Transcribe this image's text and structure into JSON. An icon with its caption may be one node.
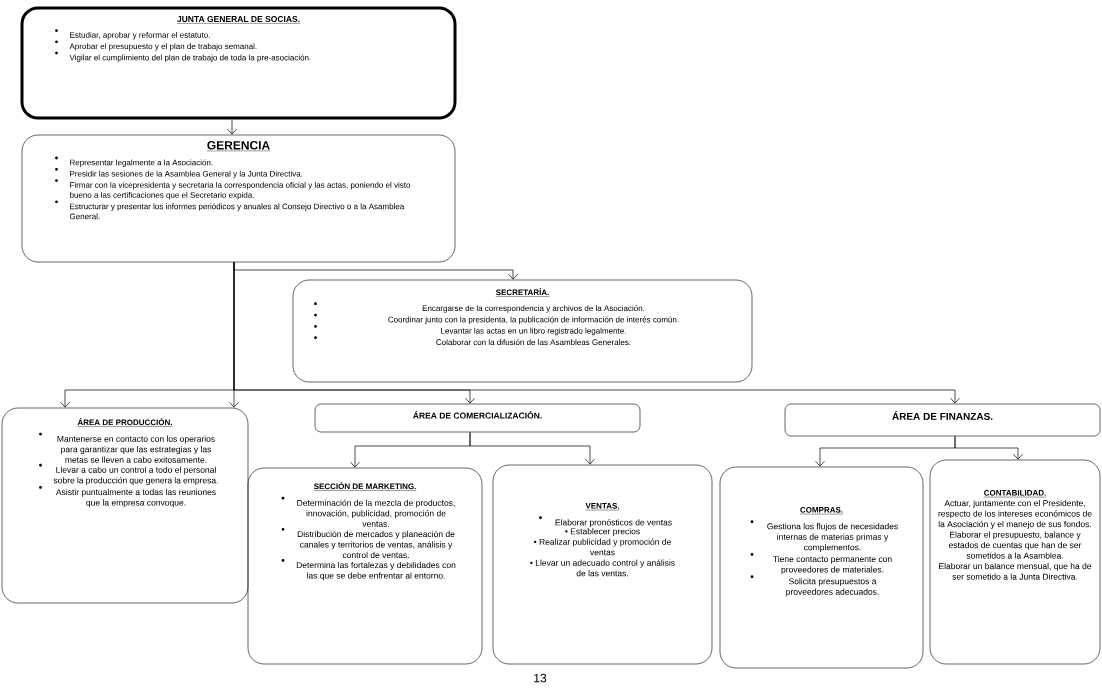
{
  "diagram": {
    "nodes": [
      {
        "text": [
          "JUNTA GENERAL DE SOCIAS.",
          "Estudiar, aprobar y reformar el estatuto.",
          "Aprobar el presupuesto y el plan de trabajo semanal.",
          "Vigilar el cumplimiento del plan de trabajo de toda la pre-asociación."
        ]
      },
      {
        "text": [
          "GERENCIA",
          "Representar legalmente a la Asociación.",
          "Presidir las sesiones de la Asamblea General y la Junta Directiva.",
          "Firmar con la vicepresidenta y secretaria la correspondencia oficial y las actas, poniendo el visto bueno a las certificaciones que el Secretario expida.",
          "Estructurar y presentar los informes periódicos y anuales al Consejo Directivo o a la Asamblea General."
        ]
      },
      {
        "text": [
          "SECRETARÍA.",
          "Encargarse de la correspondencia y archivos de la Asociación.",
          "Coordinar junto con la presidenta, la publicación de información de interés común.",
          "Levantar las actas en un libro registrado legalmente.",
          "Colaborar con la difusión de las Asambleas Generales."
        ]
      },
      {
        "text": [
          "ÁREA DE PRODUCCIÓN.",
          "Mantenerse en contacto con los operarios para garantizar que las estrategias y las metas se lleven a cabo exitosamente.",
          "Llevar a cabo un control a todo el personal sobre la producción que genera la empresa.",
          "Asistir puntualmente a todas las reuniones que la empresa convoque."
        ]
      },
      {
        "text": [
          "ÁREA DE COMERCIALIZACIÓN."
        ]
      },
      {
        "text": [
          "ÁREA DE FINANZAS."
        ]
      },
      {
        "text": [
          "SECCIÓN DE MARKETING.",
          "Determinación de la mezcla de productos, innovación, publicidad, promoción de ventas.",
          "Distribución de mercados y planeación de canales y territorios de ventas, análisis y control de ventas.",
          "Determina las fortalezas y debilidades con las que se debe enfrentar al entorno."
        ]
      },
      {
        "text": [
          "VENTAS.",
          "Elaborar pronósticos de ventas",
          "• Establecer precios",
          "• Realizar publicidad y promoción de ventas",
          "• Llevar un adecuado control y análisis de las ventas."
        ]
      },
      {
        "text": [
          "COMPRAS.",
          "Gestiona los flujos de necesidades internas de materias primas y complementos.",
          "Tiene contacto permanente con proveedores de materiales.",
          "Solicita presupuestos a proveedores adecuados."
        ]
      },
      {
        "text": [
          "CONTABILIDAD.",
          "Actuar, juntamente con el Presidente, respecto de los intereses económicos de la Asociación y el manejo de sus fondos.",
          "Elaborar el presupuesto, balance y estados de cuentas que han de ser sometidos a la Asamblea.",
          "Elaborar un balance mensual, que ha de ser sometido a la Junta Directiva."
        ]
      }
    ],
    "edges": [
      {
        "from": 0,
        "to": 1,
        "arrow": "to"
      },
      {
        "from": 1,
        "to": 2,
        "arrow": "to"
      },
      {
        "from": 1,
        "to": 3,
        "arrow": "to"
      },
      {
        "from": 1,
        "to": 4,
        "arrow": "to"
      },
      {
        "from": 1,
        "to": 5,
        "arrow": "to"
      },
      {
        "from": 1,
        "to": 3,
        "arrow": "to"
      },
      {
        "from": 4,
        "to": 6,
        "arrow": "to"
      },
      {
        "from": 4,
        "to": 7,
        "arrow": "to"
      },
      {
        "from": 5,
        "to": 8,
        "arrow": "to"
      },
      {
        "from": 5,
        "to": 9,
        "arrow": "to"
      }
    ],
    "labels": [
      "13"
    ]
  }
}
